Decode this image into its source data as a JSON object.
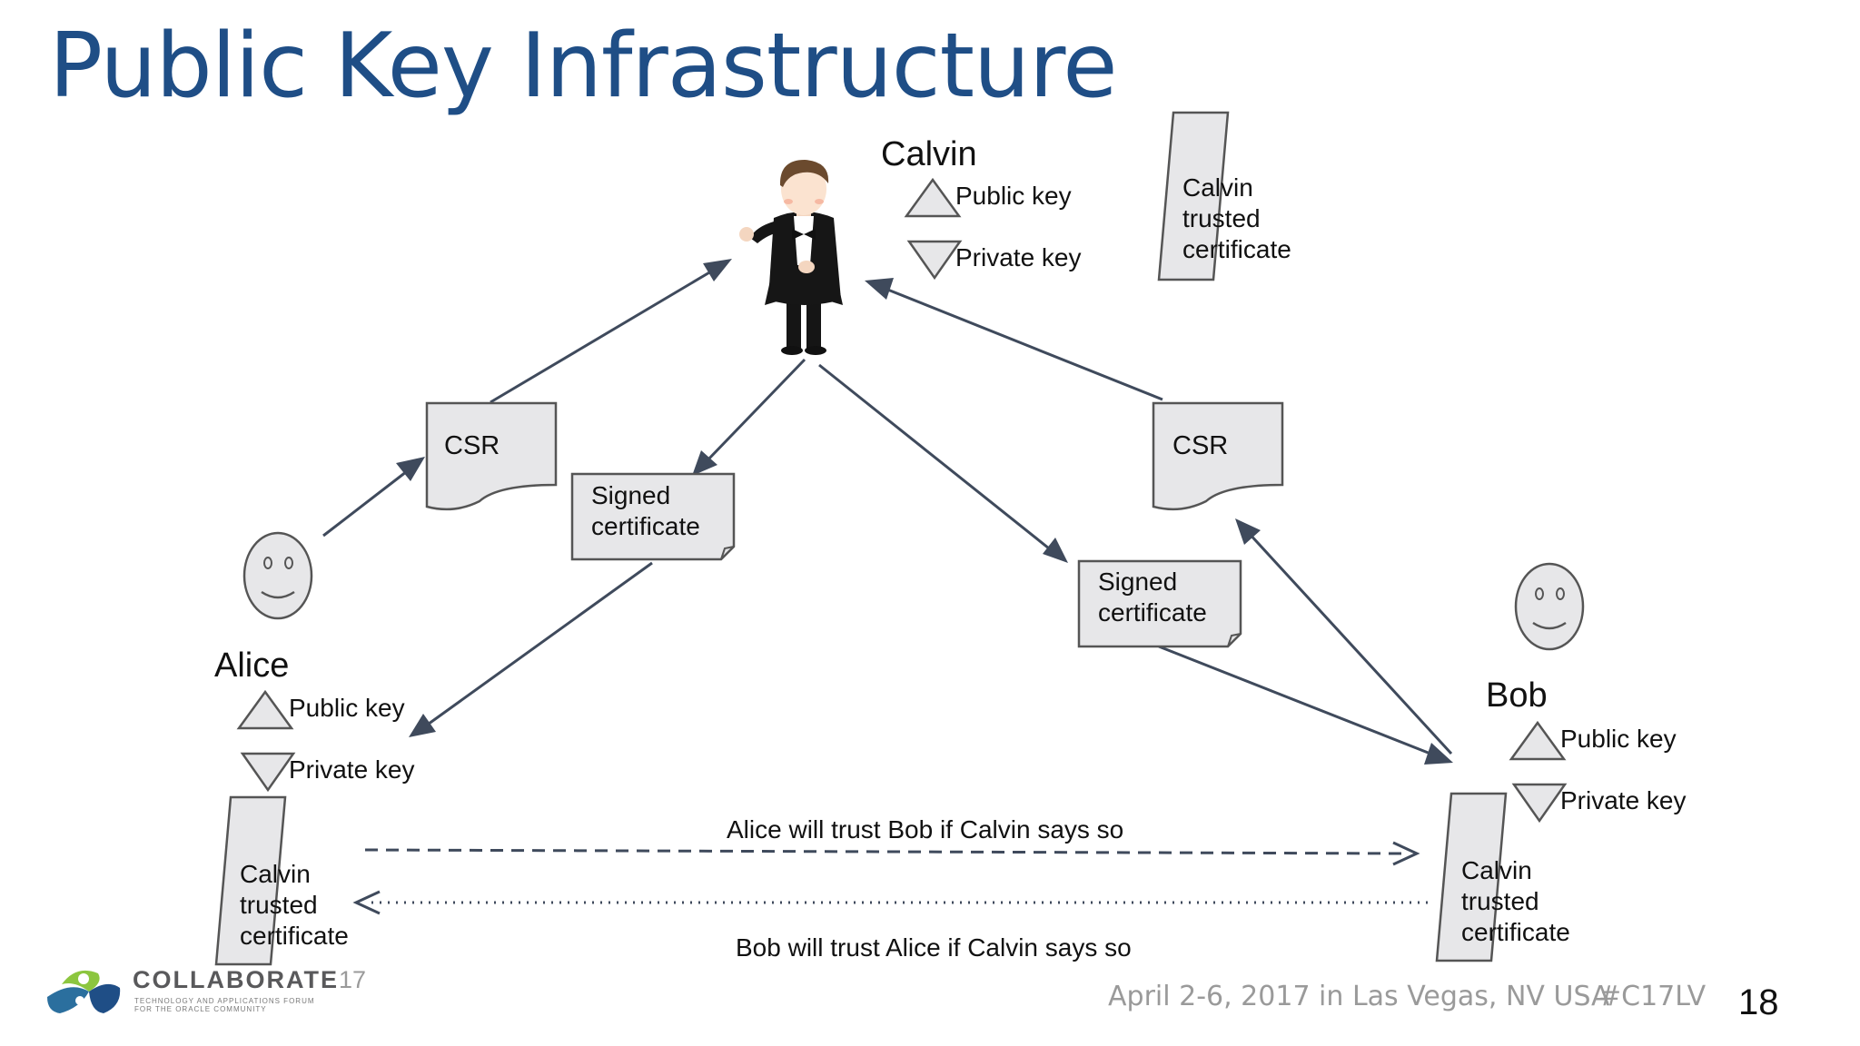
{
  "slide": {
    "title": "Public Key Infrastructure",
    "page_number": "18"
  },
  "actors": {
    "calvin": {
      "name": "Calvin",
      "public_key": "Public key",
      "private_key": "Private key"
    },
    "alice": {
      "name": "Alice",
      "public_key": "Public key",
      "private_key": "Private key"
    },
    "bob": {
      "name": "Bob",
      "public_key": "Public key",
      "private_key": "Private key"
    }
  },
  "certificates": {
    "trusted_line1": "Calvin",
    "trusted_line2": "trusted",
    "trusted_line3": "certificate"
  },
  "documents": {
    "csr": "CSR",
    "signed_line1": "Signed",
    "signed_line2": "certificate"
  },
  "trust_notes": {
    "alice_trusts_bob": "Alice will trust Bob if Calvin says so",
    "bob_trusts_alice": "Bob will trust Alice if Calvin says so"
  },
  "footer": {
    "event": "April 2-6, 2017 in Las Vegas, NV USA",
    "hashtag": "#C17LV",
    "logo_word": "COLLABORATE",
    "logo_number": "17",
    "logo_tagline_1": "TECHNOLOGY AND APPLICATIONS FORUM",
    "logo_tagline_2": "FOR THE ORACLE COMMUNITY"
  },
  "colors": {
    "title": "#1f4e86",
    "arrow": "#3f4a5c",
    "doc_fill": "#e7e7e9",
    "doc_stroke": "#555555",
    "footer_text": "#9a9a9a"
  }
}
